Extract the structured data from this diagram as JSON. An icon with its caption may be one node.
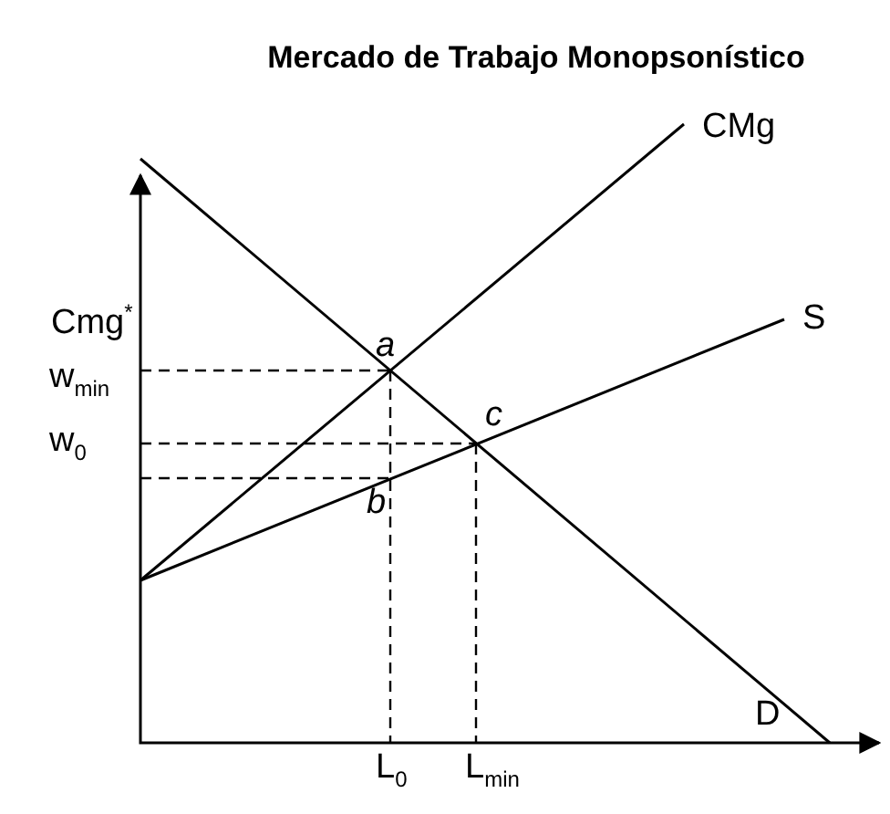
{
  "diagram": {
    "title": "Mercado de Trabajo Monopsonístico",
    "labels": [
      "CMg",
      "Cmg$^{*}$",
      "a",
      "S",
      "w$_{min}$",
      "c",
      "w$_{0}$",
      "b",
      "D",
      "L$_{0}$",
      "L$_{min}$"
    ]
  }
}
